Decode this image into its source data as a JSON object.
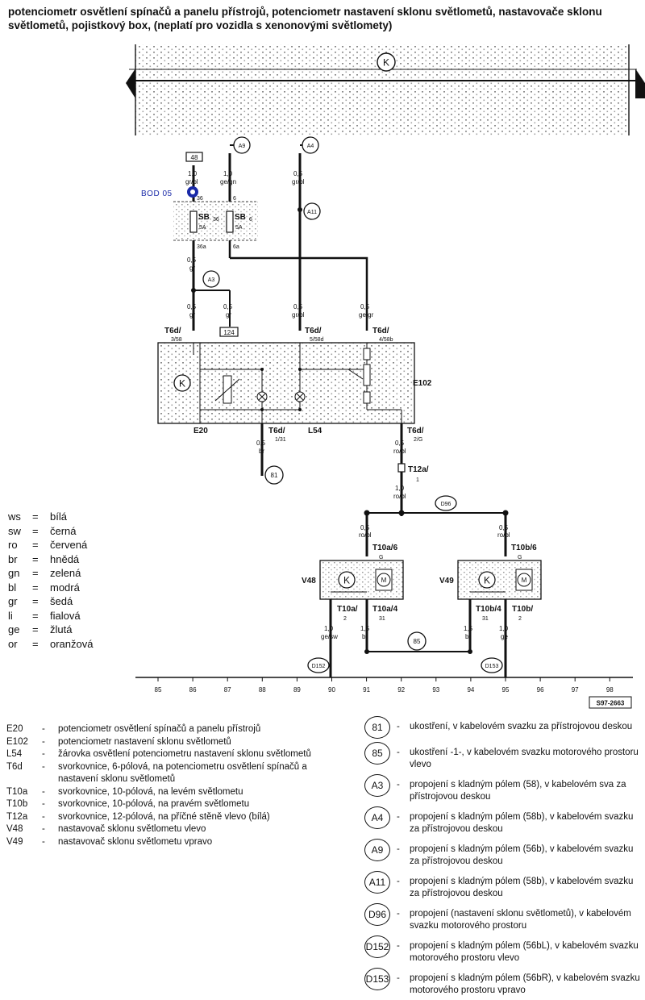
{
  "title": "potenciometr osvětlení spínačů a panelu přístrojů, potenciometr nastavení sklonu světlometů, nastavovače sklonu světlometů, pojistkový box, (neplatí pro vozidla s xenonovými světlomety)",
  "marker": {
    "label": "BOD 05",
    "color": "#1a2aa8"
  },
  "top_connectors": {
    "c48": "48",
    "a9": "A9",
    "a4": "A4",
    "a11": "A11",
    "a3": "A3",
    "c124": "124",
    "k": "K"
  },
  "wires": {
    "w1_size": "1,0",
    "w1_color": "gr/bl",
    "w2_size": "1,0",
    "w2_color": "ge/gn",
    "w3_size": "0,5",
    "w3_color": "gr/bl",
    "w4_size": "0,5",
    "w4_color": "gr",
    "w5_size": "0,5",
    "w5_color": "gr",
    "w6_size": "0,5",
    "w6_color": "gr",
    "w7_size": "0,5",
    "w7_color": "gr/bl",
    "w8_size": "0,5",
    "w8_color": "ge/gr",
    "w9_size": "0,5",
    "w9_color": "br",
    "w10_size": "0,5",
    "w10_color": "ro/bl",
    "w11_size": "1,0",
    "w11_color": "ro/bl",
    "w12_size": "0,5",
    "w12_color": "ro/bl",
    "w13_size": "0,5",
    "w13_color": "ro/bl",
    "w14_size": "1,0",
    "w14_color": "ge/sw",
    "w15_size": "1,5",
    "w15_color": "br",
    "w16_size": "1,5",
    "w16_color": "br",
    "w17_size": "1,0",
    "w17_color": "ge"
  },
  "fuses": {
    "sb36": "SB",
    "sb36_sub": "36",
    "sb36_amp": "5A",
    "pin36": "36",
    "pin36a": "36a",
    "sb6": "SB",
    "sb6_sub": "6",
    "sb6_amp": "5A",
    "pin6": "6",
    "pin6a": "6a"
  },
  "pins": {
    "t6d_358": "T6d/",
    "t6d_358_b": "3/58",
    "t6d_558": "T6d/",
    "t6d_558_b": "5/58d",
    "t6d_458": "T6d/",
    "t6d_458_b": "4/58b",
    "t6d_131": "T6d/",
    "t6d_131_b": "1/31",
    "t6d_2g": "T6d/",
    "t6d_2g_b": "2/G",
    "t12a": "T12a/",
    "t12a_b": "1",
    "t10a6": "T10a/6",
    "t10a6_b": "G",
    "t10b6": "T10b/6",
    "t10b6_b": "G",
    "t10a2": "T10a/",
    "t10a2_b": "2",
    "t10a4": "T10a/4",
    "t10a4_b": "31",
    "t10b4": "T10b/4",
    "t10b4_b": "31",
    "t10b2": "T10b/",
    "t10b2_b": "2"
  },
  "components_labels": {
    "e20": "E20",
    "e102": "E102",
    "l54": "L54",
    "v48": "V48",
    "v49": "V49",
    "k": "K",
    "m": "M"
  },
  "ground_points": {
    "g81": "81",
    "g85": "85",
    "d96": "D96",
    "d152": "D152",
    "d153": "D153"
  },
  "axis": {
    "ticks": [
      "85",
      "86",
      "87",
      "88",
      "89",
      "90",
      "91",
      "92",
      "93",
      "94",
      "95",
      "96",
      "97",
      "98"
    ],
    "ref": "S97-2663"
  },
  "color_legend": [
    {
      "code": "ws",
      "eq": "=",
      "name": "bílá"
    },
    {
      "code": "sw",
      "eq": "=",
      "name": "černá"
    },
    {
      "code": "ro",
      "eq": "=",
      "name": "červená"
    },
    {
      "code": "br",
      "eq": "=",
      "name": "hnědá"
    },
    {
      "code": "gn",
      "eq": "=",
      "name": "zelená"
    },
    {
      "code": "bl",
      "eq": "=",
      "name": "modrá"
    },
    {
      "code": "gr",
      "eq": "=",
      "name": "šedá"
    },
    {
      "code": "li",
      "eq": "=",
      "name": "fialová"
    },
    {
      "code": "ge",
      "eq": "=",
      "name": "žlutá"
    },
    {
      "code": "or",
      "eq": "=",
      "name": "oranžová"
    }
  ],
  "components": [
    {
      "code": "E20",
      "dash": "-",
      "desc": "potenciometr osvětlení spínačů a panelu přístrojů"
    },
    {
      "code": "E102",
      "dash": "-",
      "desc": "potenciometr nastavení sklonu světlometů"
    },
    {
      "code": "L54",
      "dash": "-",
      "desc": "žárovka osvětlení potenciometru nastavení sklonu světlometů"
    },
    {
      "code": "T6d",
      "dash": "-",
      "desc": "svorkovnice, 6-pólová, na potenciometru osvětlení spínačů a nastavení sklonu světlometů"
    },
    {
      "code": "T10a",
      "dash": "-",
      "desc": "svorkovnice, 10-pólová, na levém světlometu"
    },
    {
      "code": "T10b",
      "dash": "-",
      "desc": "svorkovnice, 10-pólová, na pravém světlometu"
    },
    {
      "code": "T12a",
      "dash": "-",
      "desc": "svorkovnice, 12-pólová, na příčné stěně vlevo (bílá)"
    },
    {
      "code": "V48",
      "dash": "-",
      "desc": "nastavovač sklonu světlometu vlevo"
    },
    {
      "code": "V49",
      "dash": "-",
      "desc": "nastavovač sklonu světlometu vpravo"
    }
  ],
  "connections": [
    {
      "id": "81",
      "dash": "-",
      "desc": "ukostření, v kabelovém svazku za přístrojovou deskou"
    },
    {
      "id": "85",
      "dash": "-",
      "desc": "ukostření -1-, v kabelovém svazku motorového prostoru vlevo"
    },
    {
      "id": "A3",
      "dash": "-",
      "desc": "propojení s kladným pólem (58), v kabelovém sva za přístrojovou deskou"
    },
    {
      "id": "A4",
      "dash": "-",
      "desc": "propojení s kladným pólem (58b), v kabelovém svazku za přístrojovou deskou"
    },
    {
      "id": "A9",
      "dash": "-",
      "desc": "propojení s kladným pólem (56b), v kabelovém svazku za přístrojovou deskou"
    },
    {
      "id": "A11",
      "dash": "-",
      "desc": "propojení s kladným pólem (58b), v kabelovém svazku za přístrojovou deskou"
    },
    {
      "id": "D96",
      "dash": "-",
      "desc": "propojení (nastavení sklonu světlometů), v kabelovém svazku motorového prostoru"
    },
    {
      "id": "D152",
      "dash": "-",
      "desc": "propojení s kladným pólem (56bL), v kabelovém svazku motorového prostoru vlevo"
    },
    {
      "id": "D153",
      "dash": "-",
      "desc": "propojení s kladným pólem (56bR), v kabelovém svazku motorového prostoru vpravo"
    }
  ]
}
